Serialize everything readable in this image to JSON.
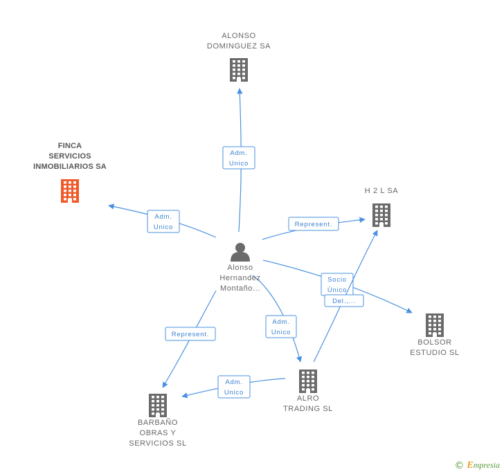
{
  "nodes": [
    {
      "id": "alonso_dominguez",
      "kind": "company",
      "color": "#6b6b6b",
      "label_lines": [
        "ALONSO",
        "DOMINGUEZ SA"
      ]
    },
    {
      "id": "finca",
      "kind": "company",
      "color": "#f05a2a",
      "label_lines": [
        "FINCA",
        "SERVICIOS",
        "INMOBILIARIOS SA"
      ]
    },
    {
      "id": "h2l",
      "kind": "company",
      "color": "#6b6b6b",
      "label_lines": [
        "H 2 L SA"
      ]
    },
    {
      "id": "person",
      "kind": "person",
      "color": "#6b6b6b",
      "label_lines": [
        "Alonso",
        "Hernandez",
        "Montaño..."
      ]
    },
    {
      "id": "bolsor",
      "kind": "company",
      "color": "#6b6b6b",
      "label_lines": [
        "BOLSOR",
        "ESTUDIO SL"
      ]
    },
    {
      "id": "alro",
      "kind": "company",
      "color": "#6b6b6b",
      "label_lines": [
        "ALRO",
        "TRADING SL"
      ]
    },
    {
      "id": "barbano",
      "kind": "company",
      "color": "#6b6b6b",
      "label_lines": [
        "BARBAÑO",
        "OBRAS Y",
        "SERVICIOS SL"
      ]
    }
  ],
  "edges": [
    {
      "id": "e1",
      "from": "person",
      "to": "alonso_dominguez",
      "label_lines": [
        "Adm.",
        "Unico"
      ]
    },
    {
      "id": "e2",
      "from": "person",
      "to": "finca",
      "label_lines": [
        "Adm.",
        "Unico"
      ]
    },
    {
      "id": "e3",
      "from": "person",
      "to": "h2l",
      "label_lines": [
        "Represent."
      ]
    },
    {
      "id": "e4",
      "from": "person",
      "to": "bolsor",
      "label_lines": [
        "Socio",
        "Único"
      ]
    },
    {
      "id": "e5",
      "from": "alro",
      "to": "h2l",
      "label_lines": [
        "Del.,..."
      ]
    },
    {
      "id": "e6",
      "from": "person",
      "to": "alro",
      "label_lines": [
        "Adm.",
        "Unico"
      ]
    },
    {
      "id": "e7",
      "from": "person",
      "to": "barbano",
      "label_lines": [
        "Represent."
      ]
    },
    {
      "id": "e8",
      "from": "alro",
      "to": "barbano",
      "label_lines": [
        "Adm.",
        "Unico"
      ]
    }
  ],
  "footer": {
    "copyright": "©",
    "brand_initial": "E",
    "brand_rest": "mpresia"
  },
  "colors": {
    "edge": "#4a90e2",
    "focus_company": "#f05a2a",
    "company": "#6b6b6b"
  }
}
